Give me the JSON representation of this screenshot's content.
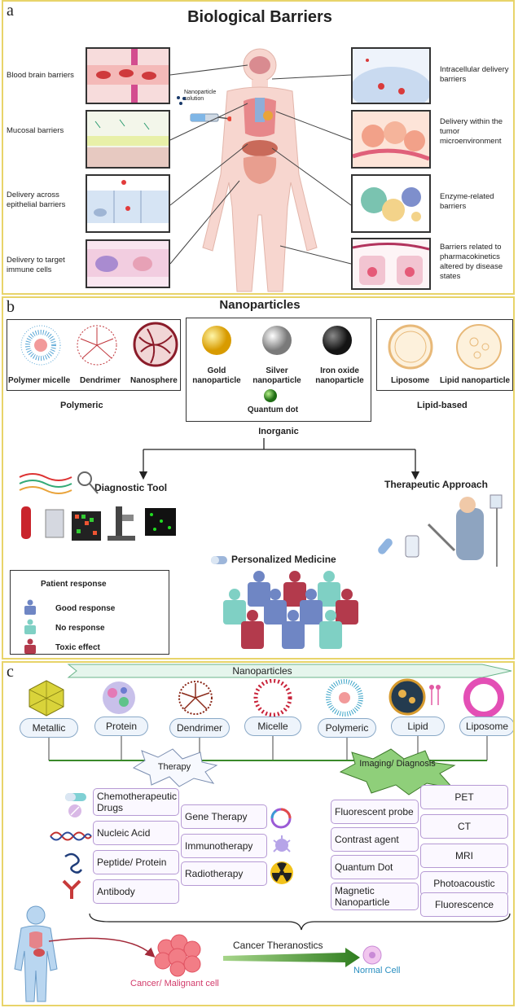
{
  "panel_a": {
    "label": "a",
    "title": "Biological Barriers",
    "injection_label": "Nanoparticle solution",
    "left_items": [
      "Blood brain barriers",
      "Mucosal barriers",
      "Delivery across epithelial barriers",
      "Delivery to target immune cells"
    ],
    "right_items": [
      "Intracellular delivery barriers",
      "Delivery within the tumor microenvironment",
      "Enzyme-related barriers",
      "Barriers related to pharmacokinetics altered by disease states"
    ]
  },
  "panel_b": {
    "label": "b",
    "title": "Nanoparticles",
    "polymeric": {
      "items": [
        "Polymer micelle",
        "Dendrimer",
        "Nanosphere"
      ],
      "group_label": "Polymeric"
    },
    "inorganic": {
      "items": [
        "Gold nanoparticle",
        "Silver nanoparticle",
        "Iron oxide nanoparticle",
        "Quantum dot"
      ],
      "group_label": "Inorganic"
    },
    "lipid": {
      "items": [
        "Liposome",
        "Lipid nanoparticle"
      ],
      "group_label": "Lipid-based"
    },
    "diagnostic": "Diagnostic Tool",
    "therapeutic": "Therapeutic Approach",
    "personalized": "Personalized Medicine",
    "legend": {
      "title": "Patient response",
      "items": [
        {
          "label": "Good response",
          "color": "#6f86c4"
        },
        {
          "label": "No response",
          "color": "#7fd0c4"
        },
        {
          "label": "Toxic effect",
          "color": "#b33a4c"
        }
      ]
    }
  },
  "panel_c": {
    "label": "c",
    "banner": "Nanoparticles",
    "types": [
      "Metallic",
      "Protein",
      "Dendrimer",
      "Micelle",
      "Polymeric",
      "Lipid",
      "Liposome"
    ],
    "therapy": "Therapy",
    "imaging": "Imaging/ Diagnosis",
    "therapy_left": [
      "Chemotherapeutic Drugs",
      "Nucleic Acid",
      "Peptide/ Protein",
      "Antibody"
    ],
    "therapy_right": [
      "Gene Therapy",
      "Immunotherapy",
      "Radiotherapy"
    ],
    "imaging_left": [
      "Fluorescent probe",
      "Contrast agent",
      "Quantum Dot",
      "Magnetic Nanoparticle"
    ],
    "imaging_right": [
      "PET",
      "CT",
      "MRI",
      "Photoacoustic",
      "Fluorescence"
    ],
    "cancer": "Cancer/ Malignant cell",
    "theranostics": "Cancer Theranostics",
    "normal": "Normal Cell",
    "colors": {
      "cancer": "#d23b6a",
      "normal": "#2a8fc0",
      "arrow": "#2f7d1f"
    }
  }
}
